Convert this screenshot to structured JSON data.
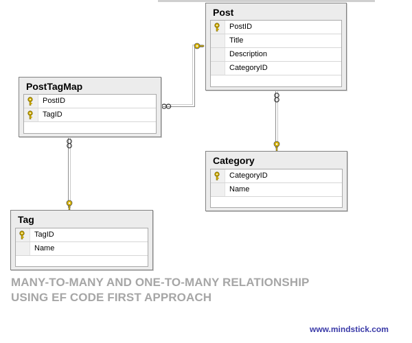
{
  "tables": {
    "post": {
      "name": "Post",
      "columns": [
        {
          "name": "PostID",
          "key": true
        },
        {
          "name": "Title",
          "key": false
        },
        {
          "name": "Description",
          "key": false
        },
        {
          "name": "CategoryID",
          "key": false
        }
      ]
    },
    "post_tag_map": {
      "name": "PostTagMap",
      "columns": [
        {
          "name": "PostID",
          "key": true
        },
        {
          "name": "TagID",
          "key": true
        }
      ]
    },
    "category": {
      "name": "Category",
      "columns": [
        {
          "name": "CategoryID",
          "key": true
        },
        {
          "name": "Name",
          "key": false
        }
      ]
    },
    "tag": {
      "name": "Tag",
      "columns": [
        {
          "name": "TagID",
          "key": true
        },
        {
          "name": "Name",
          "key": false
        }
      ]
    }
  },
  "relationships": [
    {
      "one": "Post",
      "many": "PostTagMap"
    },
    {
      "one": "Category",
      "many": "Post"
    },
    {
      "one": "Tag",
      "many": "PostTagMap"
    }
  ],
  "caption": {
    "line1": "MANY-TO-MANY AND ONE-TO-MANY RELATIONSHIP",
    "line2": "USING EF CODE FIRST APPROACH"
  },
  "website": "www.mindstick.com",
  "colors": {
    "key_icon": "#d4b000",
    "caption": "#a6a6a6",
    "website": "#3a3aa8",
    "table_header": "#ececec",
    "connector": "#a0a0a0"
  }
}
